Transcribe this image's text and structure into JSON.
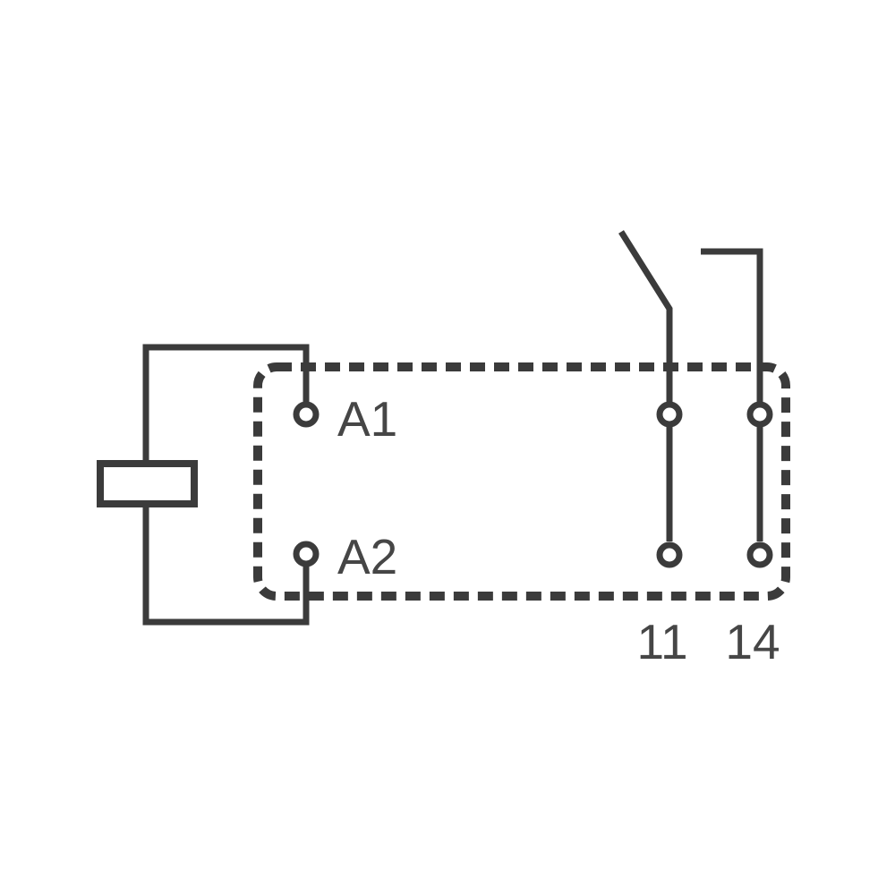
{
  "page": {
    "kind": "relay-wiring-schematic",
    "background": "#ffffff"
  },
  "colors": {
    "line": "#3b3b3b",
    "text": "#464646",
    "terminal_fill": "#ffffff"
  },
  "schematic": {
    "coil": {
      "top_terminal_label": "A1",
      "bottom_terminal_label": "A2"
    },
    "contact": {
      "common_terminal_label": "11",
      "normally_open_terminal_label": "14"
    }
  }
}
